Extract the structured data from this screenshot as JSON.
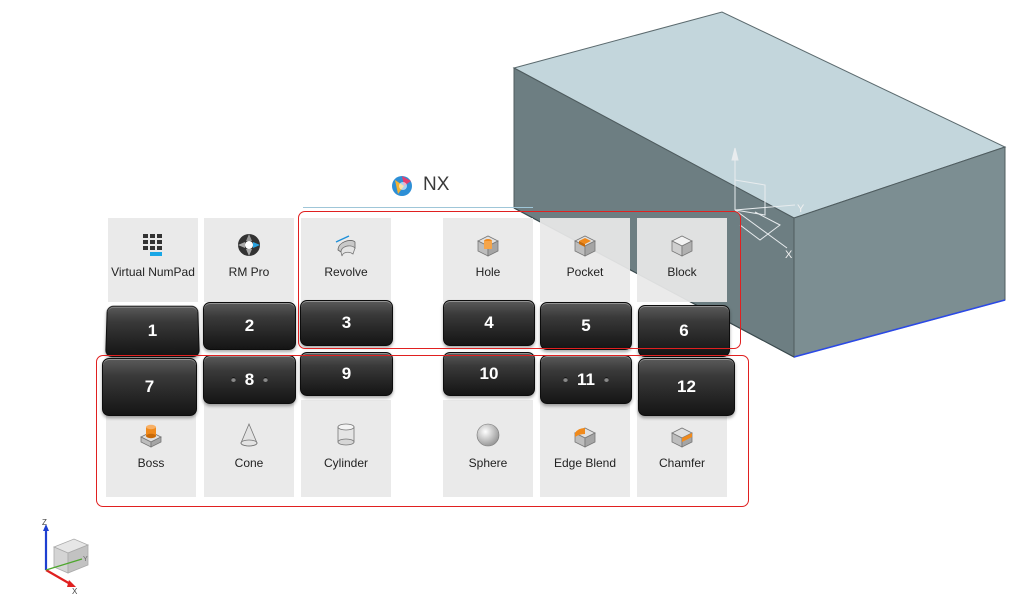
{
  "app": {
    "title": "NX",
    "logo_icon": "nx-logo-icon"
  },
  "viewport": {
    "csys_labels": {
      "x": "X",
      "y": "Y"
    },
    "triad_labels": {
      "z": "Z",
      "y": "Y",
      "x": "X"
    }
  },
  "top_row": [
    {
      "label": "Virtual NumPad",
      "icon": "numpad-grid-icon",
      "key": "1"
    },
    {
      "label": "RM Pro",
      "icon": "radial-menu-icon",
      "key": "2"
    },
    {
      "label": "Revolve",
      "icon": "revolve-icon",
      "key": "3"
    },
    {
      "label": "Hole",
      "icon": "hole-icon",
      "key": "4"
    },
    {
      "label": "Pocket",
      "icon": "pocket-icon",
      "key": "5"
    },
    {
      "label": "Block",
      "icon": "block-icon",
      "key": "6"
    }
  ],
  "bottom_row": [
    {
      "label": "Boss",
      "icon": "boss-icon",
      "key": "7"
    },
    {
      "label": "Cone",
      "icon": "cone-icon",
      "key": "8"
    },
    {
      "label": "Cylinder",
      "icon": "cylinder-icon",
      "key": "9"
    },
    {
      "label": "Sphere",
      "icon": "sphere-icon",
      "key": "10"
    },
    {
      "label": "Edge Blend",
      "icon": "edge-blend-icon",
      "key": "11"
    },
    {
      "label": "Chamfer",
      "icon": "chamfer-icon",
      "key": "12"
    }
  ],
  "colors": {
    "highlight": "#e02020",
    "accent_orange": "#f08a1c",
    "model_top": "#c3d6dc",
    "model_front": "#6d7e82"
  }
}
